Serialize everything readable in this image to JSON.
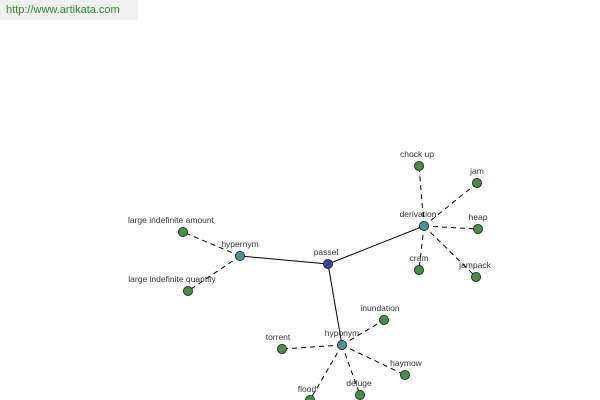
{
  "header": {
    "url": "http://www.artikata.com"
  },
  "colors": {
    "root": "#3f3f99",
    "relation": "#4f8f9a",
    "leaf": "#4a8a4a",
    "edge": "#000000",
    "url": "#2e8b2e"
  },
  "graph": {
    "root": {
      "id": "passel",
      "label": "passel"
    },
    "relations": [
      {
        "id": "hypernym",
        "label": "hypernym",
        "children": [
          {
            "id": "large-indefinite-amount",
            "label": "large indefinite amount"
          },
          {
            "id": "large-indefinite-quantity",
            "label": "large indefinite quantity"
          }
        ]
      },
      {
        "id": "derivation",
        "label": "derivation",
        "children": [
          {
            "id": "chock-up",
            "label": "chock up"
          },
          {
            "id": "jam",
            "label": "jam"
          },
          {
            "id": "heap",
            "label": "heap"
          },
          {
            "id": "jampack",
            "label": "jampack"
          },
          {
            "id": "cram",
            "label": "cram"
          }
        ]
      },
      {
        "id": "hyponym",
        "label": "hyponym",
        "children": [
          {
            "id": "inundation",
            "label": "inundation"
          },
          {
            "id": "torrent",
            "label": "torrent"
          },
          {
            "id": "haymow",
            "label": "haymow"
          },
          {
            "id": "deluge",
            "label": "deluge"
          },
          {
            "id": "flood",
            "label": "flood"
          }
        ]
      }
    ]
  }
}
